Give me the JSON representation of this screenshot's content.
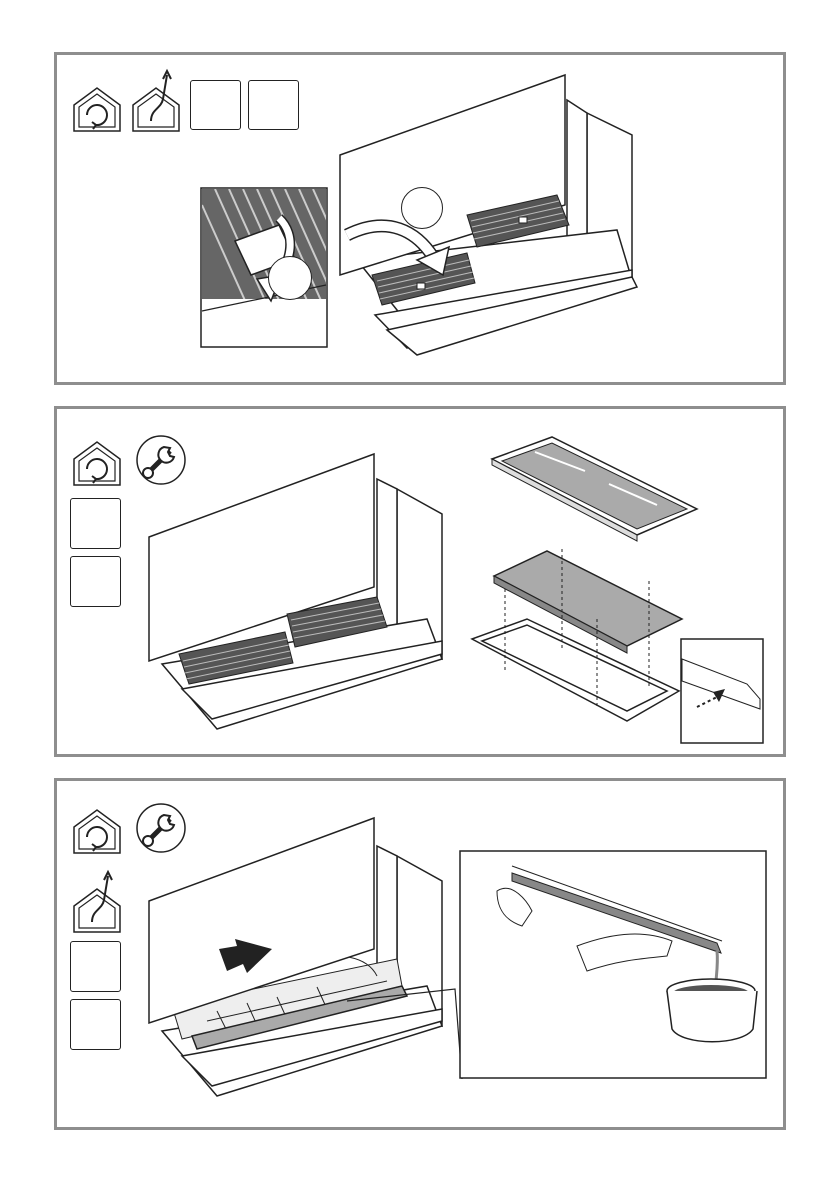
{
  "document": {
    "panels": [
      {
        "id": "step-1",
        "icons": [
          "recirculation-mode-icon",
          "extraction-mode-icon",
          "blank-box",
          "blank-box"
        ],
        "callouts": 2
      },
      {
        "id": "step-2",
        "icons": [
          "recirculation-mode-icon",
          "wrench-tool-icon",
          "blank-box",
          "blank-box"
        ],
        "callouts": 0
      },
      {
        "id": "step-3",
        "icons": [
          "recirculation-mode-icon",
          "wrench-tool-icon",
          "extraction-mode-icon",
          "blank-box",
          "blank-box"
        ],
        "callouts": 0
      }
    ],
    "colors": {
      "frame": "#8e8e8e",
      "line": "#222222",
      "filter_fill": "#aaaaaa",
      "grille": "#555555"
    }
  }
}
